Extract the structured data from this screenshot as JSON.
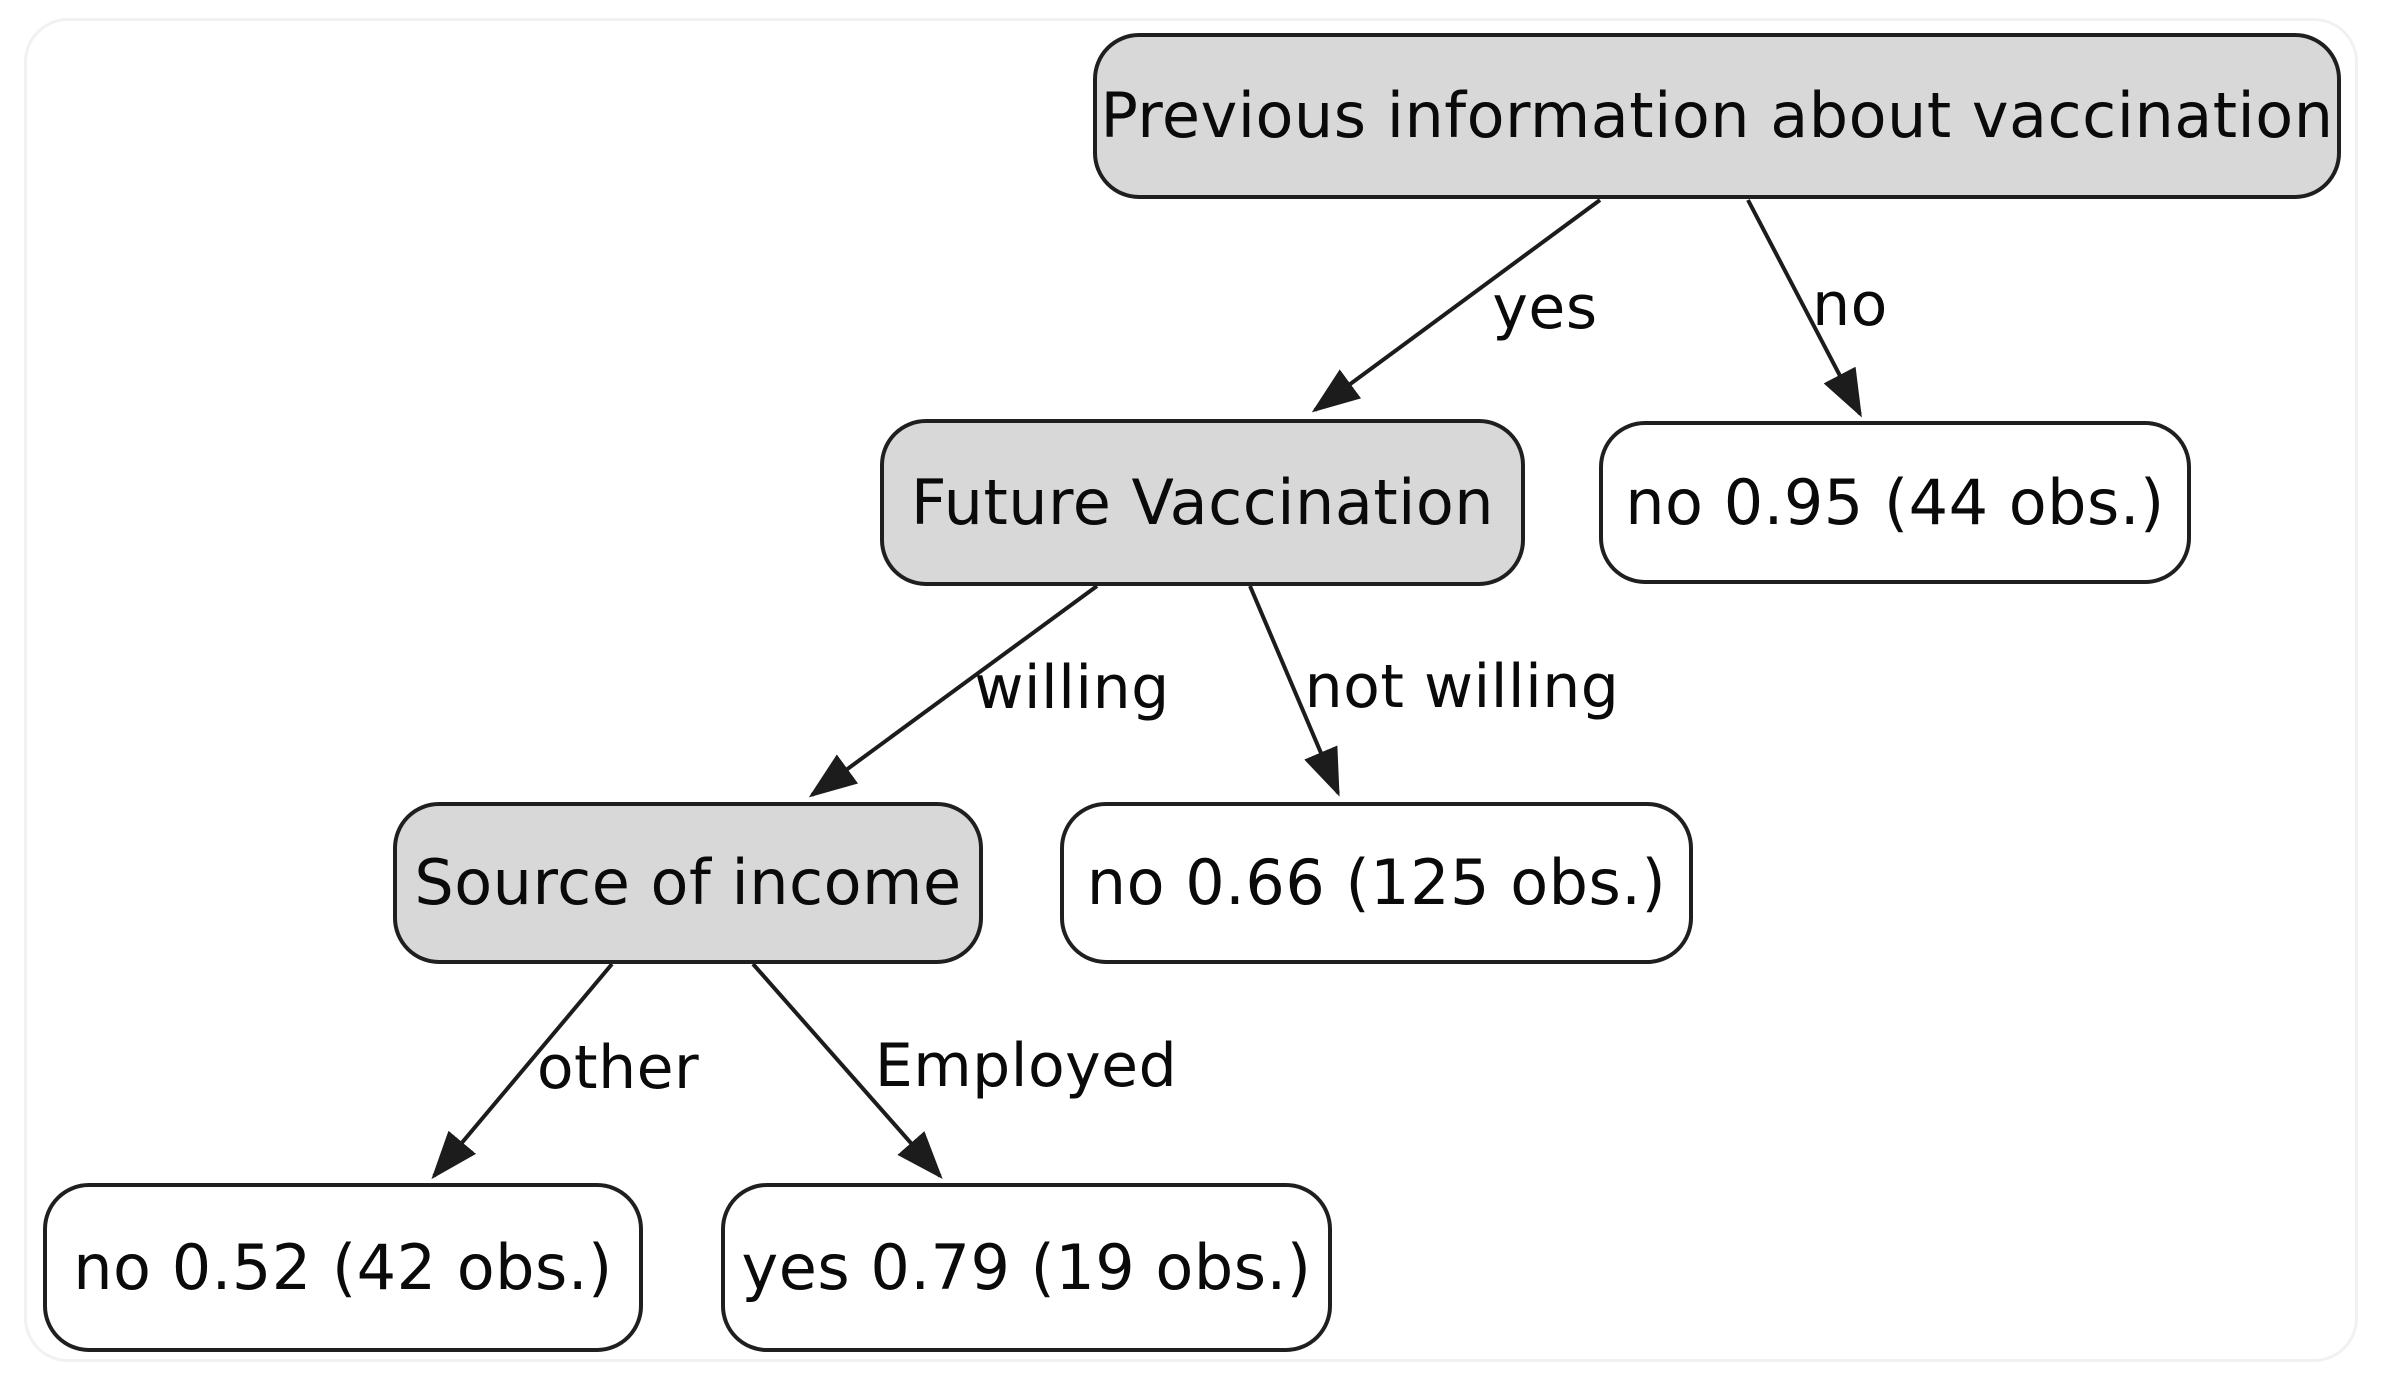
{
  "diagram": {
    "type": "decision-tree",
    "title": "",
    "colors": {
      "background": "#ffffff",
      "decision_node_fill": "#d8d8d8",
      "leaf_node_fill": "#ffffff",
      "border": "#1f1f1f",
      "edge": "#1c1c1c",
      "text": "#0a0a0a",
      "frame": "#f1f1f1"
    },
    "nodes": [
      {
        "id": "root",
        "kind": "decision",
        "label": "Previous information about vaccination"
      },
      {
        "id": "future",
        "kind": "decision",
        "label": "Future Vaccination"
      },
      {
        "id": "no95",
        "kind": "leaf",
        "label": "no 0.95 (44 obs.)"
      },
      {
        "id": "source",
        "kind": "decision",
        "label": "Source of income"
      },
      {
        "id": "no66",
        "kind": "leaf",
        "label": "no 0.66 (125 obs.)"
      },
      {
        "id": "no52",
        "kind": "leaf",
        "label": "no 0.52 (42 obs.)"
      },
      {
        "id": "yes79",
        "kind": "leaf",
        "label": "yes 0.79 (19 obs.)"
      }
    ],
    "edges": [
      {
        "from": "root",
        "to": "future",
        "label": "yes"
      },
      {
        "from": "root",
        "to": "no95",
        "label": "no"
      },
      {
        "from": "future",
        "to": "source",
        "label": "willing"
      },
      {
        "from": "future",
        "to": "no66",
        "label": "not willing"
      },
      {
        "from": "source",
        "to": "no52",
        "label": "other"
      },
      {
        "from": "source",
        "to": "yes79",
        "label": "Employed"
      }
    ]
  }
}
